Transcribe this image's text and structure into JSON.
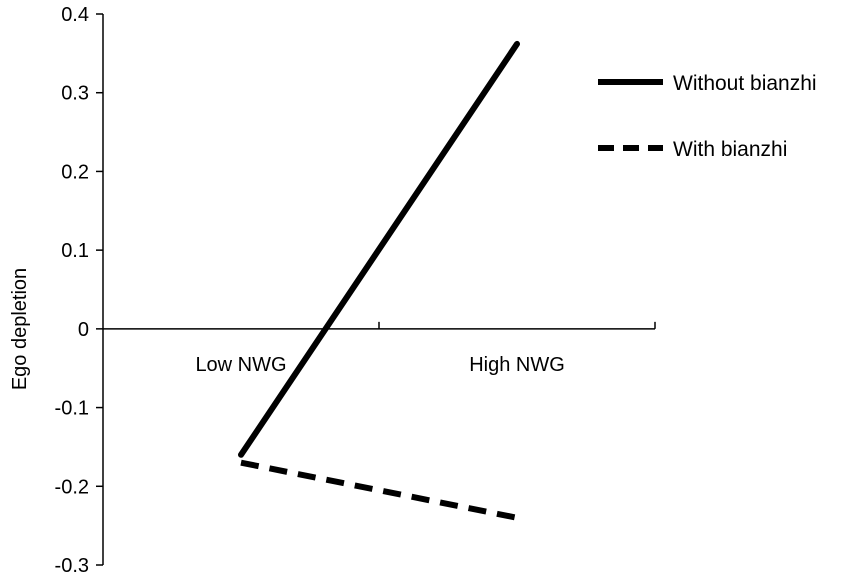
{
  "chart_data": {
    "type": "line",
    "title": "",
    "xlabel": "",
    "ylabel": "Ego depletion",
    "categories": [
      "Low NWG",
      "High NWG"
    ],
    "ylim": [
      -0.3,
      0.4
    ],
    "yticks": [
      "0.4",
      "0.3",
      "0.2",
      "0.1",
      "0",
      "-0.1",
      "-0.2",
      "-0.3"
    ],
    "ytick_values": [
      0.4,
      0.3,
      0.2,
      0.1,
      0,
      -0.1,
      -0.2,
      -0.3
    ],
    "grid": false,
    "legend_position": "top-right",
    "series": [
      {
        "name": "Without bianzhi",
        "values": [
          -0.16,
          0.362
        ],
        "style": "solid",
        "color": "#000000"
      },
      {
        "name": "With bianzhi",
        "values": [
          -0.17,
          -0.24
        ],
        "style": "dashed",
        "color": "#000000"
      }
    ]
  }
}
